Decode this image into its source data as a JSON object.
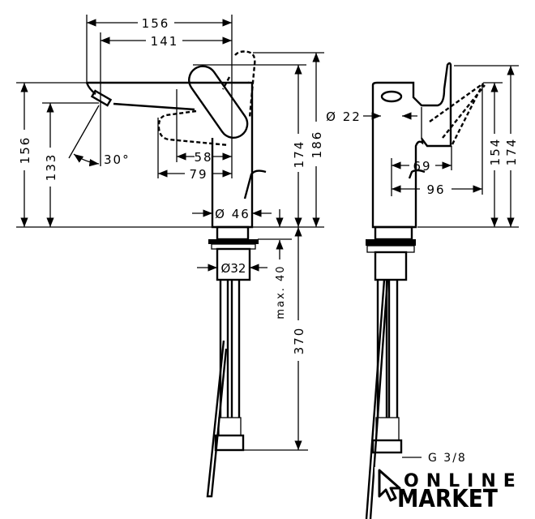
{
  "front_view": {
    "width_overall": "156",
    "width_to_aerator": "141",
    "height_spout": "156",
    "height_aerator": "133",
    "spray_angle": "30°",
    "handle_depth": "58",
    "handle_depth_max": "79",
    "body_diameter": "Ø 46",
    "height_handle": "174",
    "height_handle_raised": "186",
    "shank_diameter": "Ø32",
    "max_counter_thickness": "max. 40",
    "hose_length": "370"
  },
  "side_view": {
    "outlet_diameter": "Ø 22",
    "handle_offset": "69",
    "handle_offset_max": "96",
    "height_handle_side": "154",
    "height_overall_side": "174",
    "connection_thread": "G 3/8"
  },
  "watermark": {
    "line1": "ONLINE",
    "line2": "MARKET"
  }
}
